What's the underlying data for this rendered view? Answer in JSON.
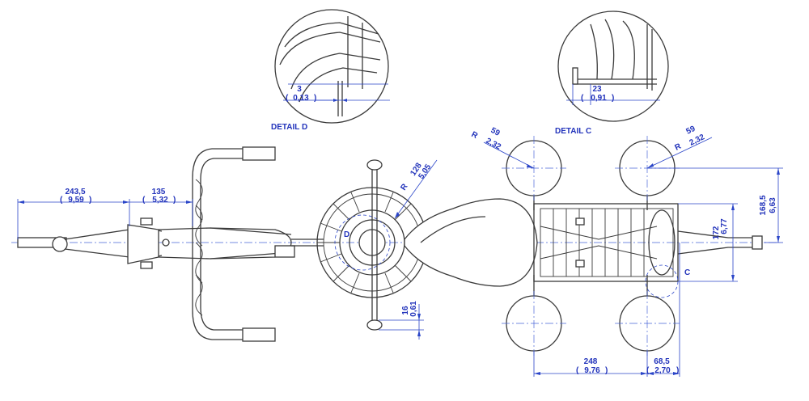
{
  "dimensions": {
    "d1": {
      "main": "243,5",
      "sub": "9,59"
    },
    "d2": {
      "main": "135",
      "sub": "5,32"
    },
    "d3": {
      "main": "3",
      "sub": "0,13"
    },
    "d4": {
      "main": "23",
      "sub": "0,91"
    },
    "d5": {
      "main": "248",
      "sub": "9,76"
    },
    "d6": {
      "main": "68,5",
      "sub": "2,70"
    },
    "d7": {
      "main": "172",
      "sub": "6,77"
    },
    "d8": {
      "main": "168,5",
      "sub": "6,63"
    },
    "d9": {
      "main": "16",
      "sub": "0,61"
    },
    "r1": {
      "prefix": "R",
      "main": "59",
      "sub": "2,32"
    },
    "r2": {
      "prefix": "R",
      "main": "59",
      "sub": "2,32"
    },
    "r3": {
      "prefix": "R",
      "main": "128",
      "sub": "5,05"
    }
  },
  "labels": {
    "detail_d": "DETAIL D",
    "detail_c": "DETAIL C",
    "ref_d": "D",
    "ref_c": "C"
  },
  "colors": {
    "dimension": "#2a45c8",
    "outline": "#3a3a3a",
    "background": "#ffffff"
  }
}
